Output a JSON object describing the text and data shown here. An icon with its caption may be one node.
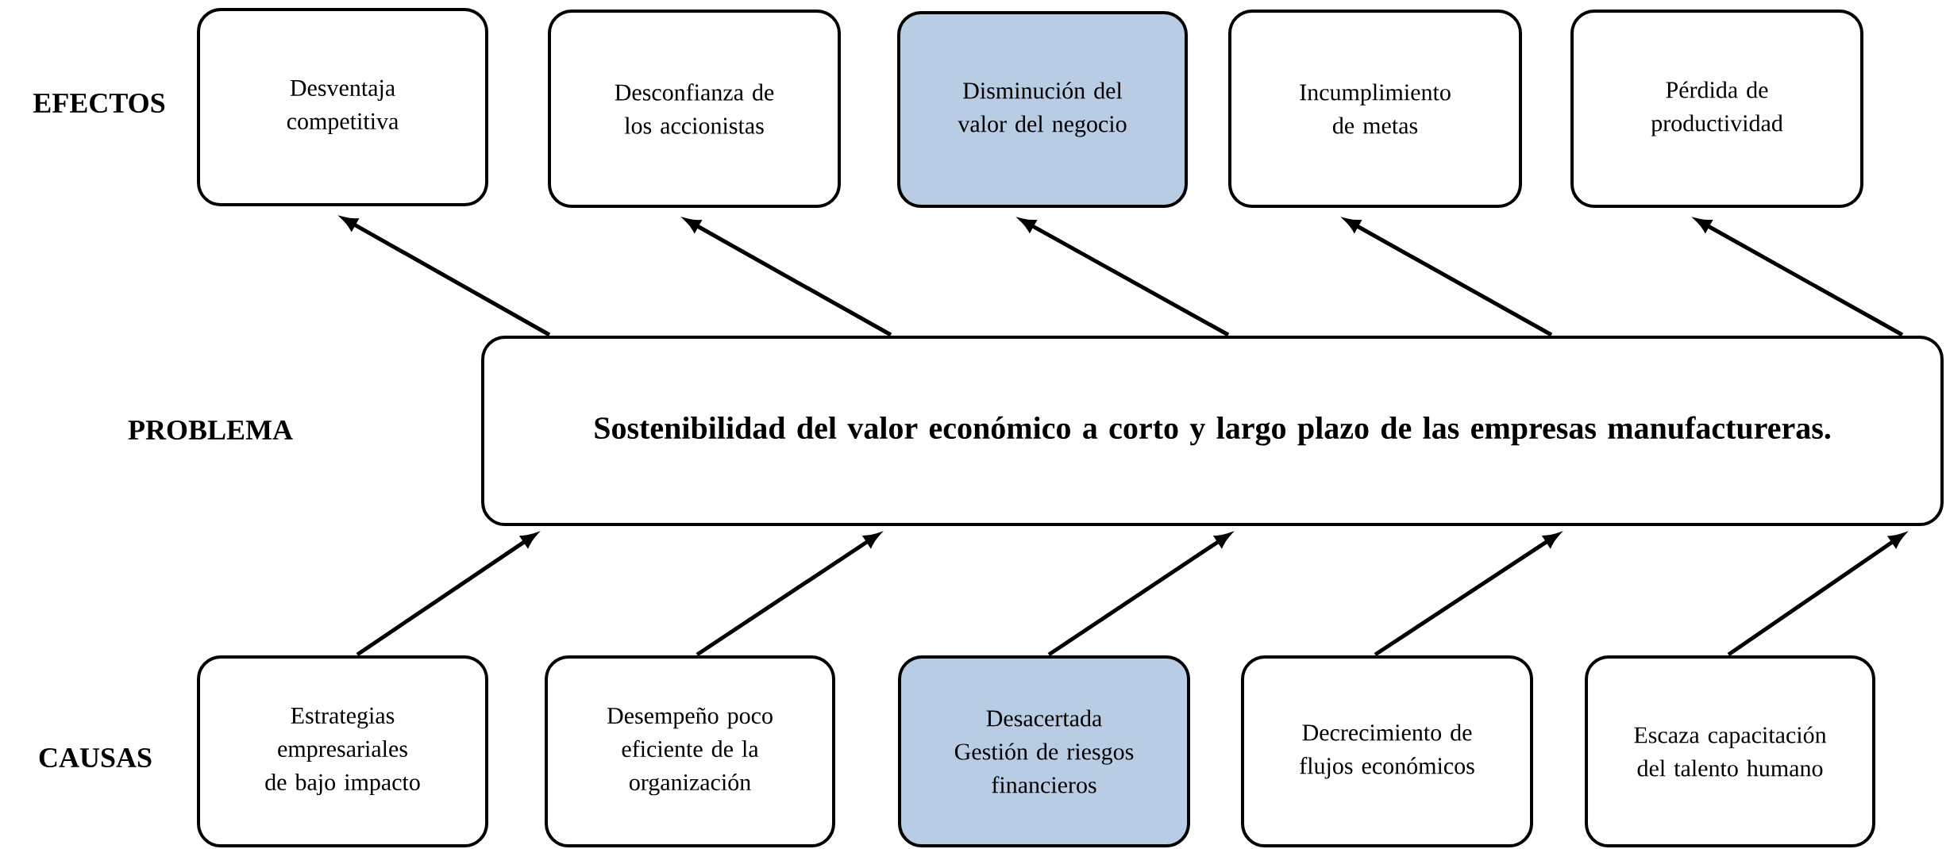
{
  "diagram": {
    "nodes": [
      {
        "text": [
          "Desventaja competitiva"
        ]
      },
      {
        "text": [
          "Desconfianza de los accionistas"
        ]
      },
      {
        "text": [
          "Disminución del valor del negocio"
        ]
      },
      {
        "text": [
          "Incumplimiento de metas"
        ]
      },
      {
        "text": [
          "Pérdida de productividad"
        ]
      },
      {
        "text": [
          "Sostenibilidad del valor económico a corto y largo plazo de las empresas manufactureras."
        ]
      },
      {
        "text": [
          "Estrategias empresariales de bajo impacto"
        ]
      },
      {
        "text": [
          "Desempeño poco eficiente de la organización"
        ]
      },
      {
        "text": [
          "Desacertada Gestión de riesgos financieros"
        ]
      },
      {
        "text": [
          "Decrecimiento de flujos económicos"
        ]
      },
      {
        "text": [
          "Escaza capacitación del talento humano"
        ]
      }
    ],
    "edges": [
      {
        "from": 5,
        "to": 0,
        "arrow": "to"
      },
      {
        "from": 5,
        "to": 1,
        "arrow": "to"
      },
      {
        "from": 5,
        "to": 2,
        "arrow": "to"
      },
      {
        "from": 5,
        "to": 3,
        "arrow": "to"
      },
      {
        "from": 5,
        "to": 4,
        "arrow": "to"
      },
      {
        "from": 6,
        "to": 5,
        "arrow": "to"
      },
      {
        "from": 7,
        "to": 5,
        "arrow": "to"
      },
      {
        "from": 8,
        "to": 5,
        "arrow": "to"
      },
      {
        "from": 9,
        "to": 5,
        "arrow": "to"
      },
      {
        "from": 10,
        "to": 5,
        "arrow": "to"
      }
    ],
    "labels": [
      "EFECTOS",
      "PROBLEMA",
      "CAUSAS"
    ]
  }
}
